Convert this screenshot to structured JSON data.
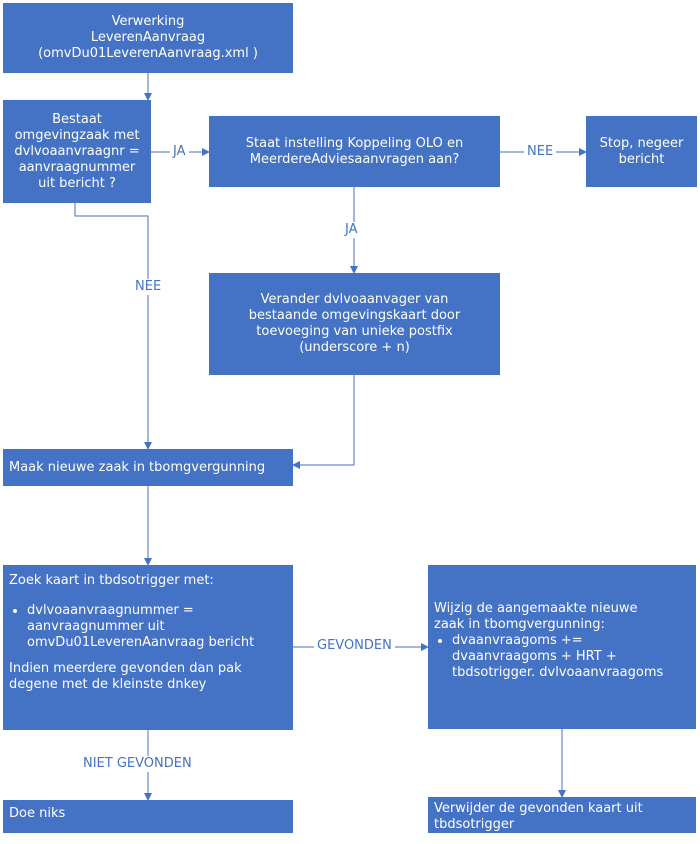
{
  "nodes": {
    "start": [
      "Verwerking",
      "LeverenAanvraag",
      "(omvDu01LeverenAanvraag.xml )"
    ],
    "exists": [
      "Bestaat",
      "omgevingzaak met",
      "dvlvoaanvraagnr =",
      "aanvraagnummer",
      "uit bericht ?"
    ],
    "setting": [
      "Staat instelling Koppeling OLO en",
      "MeerdereAdviesaanvragen  aan?"
    ],
    "stop": [
      "Stop, negeer",
      "bericht"
    ],
    "change": [
      "Verander dvlvoaanvager van",
      "bestaande omgevingskaart door",
      "toevoeging van unieke postfix",
      "(underscore + n)"
    ],
    "make": "Maak nieuwe zaak in tbomgvergunning",
    "search": {
      "title": "Zoek kaart in tbdsotrigger met:",
      "bullet": [
        "dvlvoaanvraagnummer =",
        "aanvraagnummer uit",
        "omvDu01LeverenAanvraag bericht"
      ],
      "note": [
        "Indien meerdere gevonden dan pak",
        "degene met de kleinste dnkey"
      ]
    },
    "modify": {
      "title": [
        "Wijzig de aangemaakte nieuwe",
        "zaak  in tbomgvergunning:"
      ],
      "bullet": [
        "dvaanvraagoms  +=",
        "dvaanvraagoms  + HRT +",
        "tbdsotrigger. dvlvoaanvraagoms"
      ]
    },
    "nothing": "Doe niks",
    "delete": [
      "Verwijder de gevonden kaart uit",
      "tbdsotrigger"
    ]
  },
  "edges": {
    "ja1": "JA",
    "nee1": "NEE",
    "ja2": "JA",
    "nee2": "NEE",
    "found": "GEVONDEN",
    "not_found": "NIET GEVONDEN"
  },
  "colors": {
    "box": "#4472c4",
    "text": "#ffffff",
    "line": "#4472c4"
  }
}
